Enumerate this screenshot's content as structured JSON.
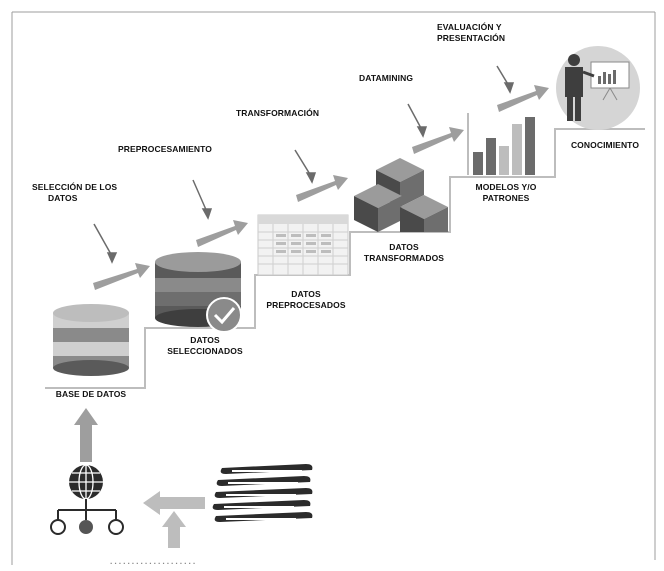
{
  "labels": {
    "knowledge_process_stages": [
      {
        "id": "selection_step",
        "line1": "SELECCIÓN DE LOS",
        "line2": "DATOS"
      },
      {
        "id": "preprocessing_step",
        "line1": "PREPROCESAMIENTO"
      },
      {
        "id": "transformation_step",
        "line1": "TRANSFORMACIÓN"
      },
      {
        "id": "datamining_step",
        "line1": "DATAMINING"
      },
      {
        "id": "evaluation_step",
        "line1": "EVALUACIÓN Y",
        "line2": "PRESENTACIÓN"
      }
    ],
    "outputs": [
      {
        "id": "database",
        "line1": "BASE DE DATOS"
      },
      {
        "id": "selected_data",
        "line1": "DATOS",
        "line2": "SELECCIONADOS"
      },
      {
        "id": "preprocessed_data",
        "line1": "DATOS",
        "line2": "PREPROCESADOS"
      },
      {
        "id": "transformed_data",
        "line1": "DATOS",
        "line2": "TRANSFORMADOS"
      },
      {
        "id": "models_patterns",
        "line1": "MODELOS Y/O",
        "line2": "PATRONES"
      },
      {
        "id": "knowledge",
        "line1": "CONOCIMIENTO"
      }
    ],
    "bottom_caption": "...................."
  },
  "colors": {
    "arrow_fill": "#9e9e9e",
    "stair_line": "#bdbdbd",
    "db_top": "#bdbdbd",
    "db_layer_dark": "#5a5a5a",
    "db_layer_mid": "#8a8a8a",
    "db_layer_light": "#cfcfcf",
    "cube_dark": "#4a4a4a",
    "cube_mid": "#6e6e6e",
    "cube_light": "#9b9b9b",
    "chart_bar_dark": "#6b6b6b",
    "chart_bar_light": "#bdbdbd",
    "person_circle": "#d5d5d5"
  },
  "icons": [
    "database-icon",
    "check-badge-icon",
    "spreadsheet-icon",
    "cubes-icon",
    "bar-chart-icon",
    "presenter-icon",
    "network-globe-icon",
    "stacked-documents-icon"
  ]
}
